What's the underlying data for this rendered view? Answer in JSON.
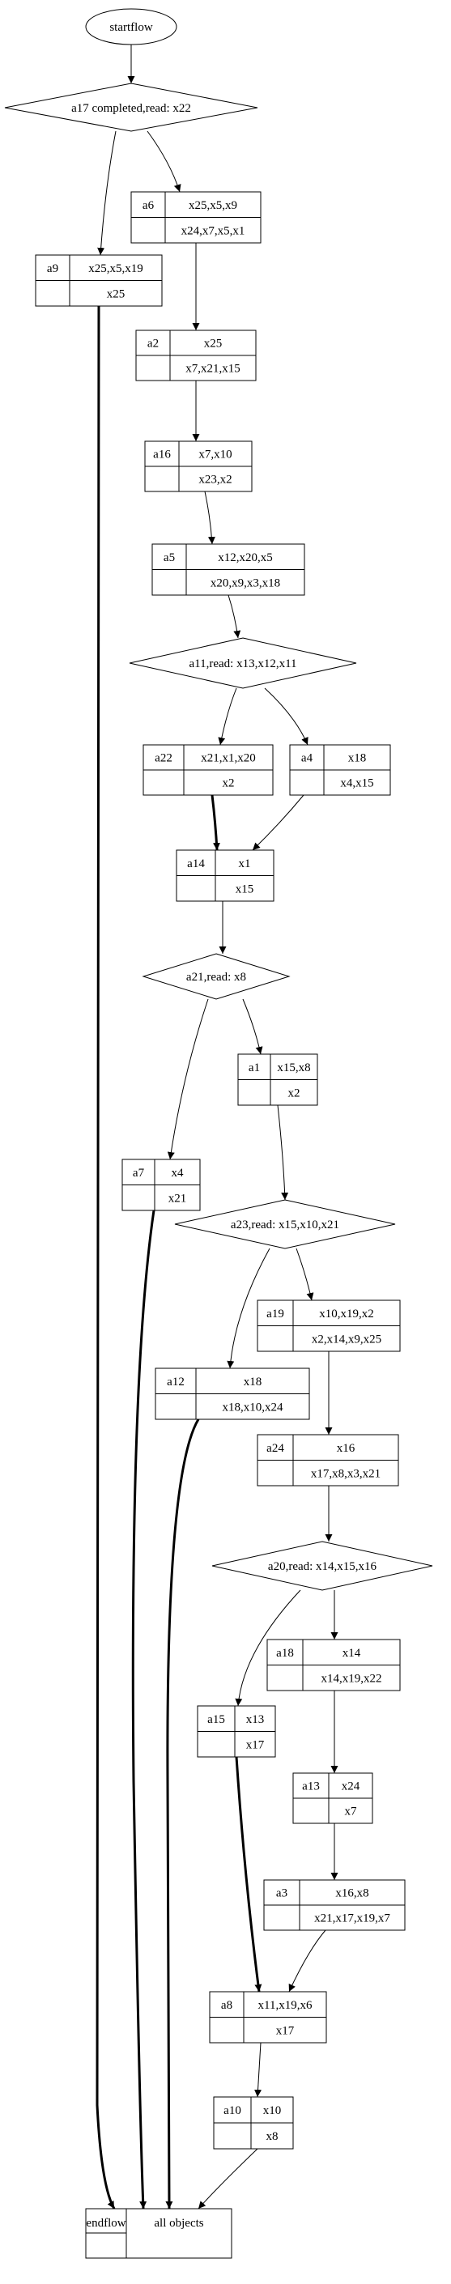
{
  "start": {
    "label": "startflow"
  },
  "decisions": {
    "a17": "a17 completed,read: x22",
    "a11": "a11,read: x13,x12,x11",
    "a21": "a21,read: x8",
    "a23": "a23,read: x15,x10,x21",
    "a20": "a20,read: x14,x15,x16"
  },
  "nodes": {
    "a6": {
      "id": "a6",
      "top": "x25,x5,x9",
      "bottom": "x24,x7,x5,x1"
    },
    "a9": {
      "id": "a9",
      "top": "x25,x5,x19",
      "bottom": "x25"
    },
    "a2": {
      "id": "a2",
      "top": "x25",
      "bottom": "x7,x21,x15"
    },
    "a16": {
      "id": "a16",
      "top": "x7,x10",
      "bottom": "x23,x2"
    },
    "a5": {
      "id": "a5",
      "top": "x12,x20,x5",
      "bottom": "x20,x9,x3,x18"
    },
    "a22": {
      "id": "a22",
      "top": "x21,x1,x20",
      "bottom": "x2"
    },
    "a4": {
      "id": "a4",
      "top": "x18",
      "bottom": "x4,x15"
    },
    "a14": {
      "id": "a14",
      "top": "x1",
      "bottom": "x15"
    },
    "a1": {
      "id": "a1",
      "top": "x15,x8",
      "bottom": "x2"
    },
    "a7": {
      "id": "a7",
      "top": "x4",
      "bottom": "x21"
    },
    "a19": {
      "id": "a19",
      "top": "x10,x19,x2",
      "bottom": "x2,x14,x9,x25"
    },
    "a12": {
      "id": "a12",
      "top": "x18",
      "bottom": "x18,x10,x24"
    },
    "a24": {
      "id": "a24",
      "top": "x16",
      "bottom": "x17,x8,x3,x21"
    },
    "a18": {
      "id": "a18",
      "top": "x14",
      "bottom": "x14,x19,x22"
    },
    "a15": {
      "id": "a15",
      "top": "x13",
      "bottom": "x17"
    },
    "a13": {
      "id": "a13",
      "top": "x24",
      "bottom": "x7"
    },
    "a3": {
      "id": "a3",
      "top": "x16,x8",
      "bottom": "x21,x17,x19,x7"
    },
    "a8": {
      "id": "a8",
      "top": "x11,x19,x6",
      "bottom": "x17"
    },
    "a10": {
      "id": "a10",
      "top": "x10",
      "bottom": "x8"
    }
  },
  "end": {
    "left": "endflow",
    "right": "all objects"
  }
}
